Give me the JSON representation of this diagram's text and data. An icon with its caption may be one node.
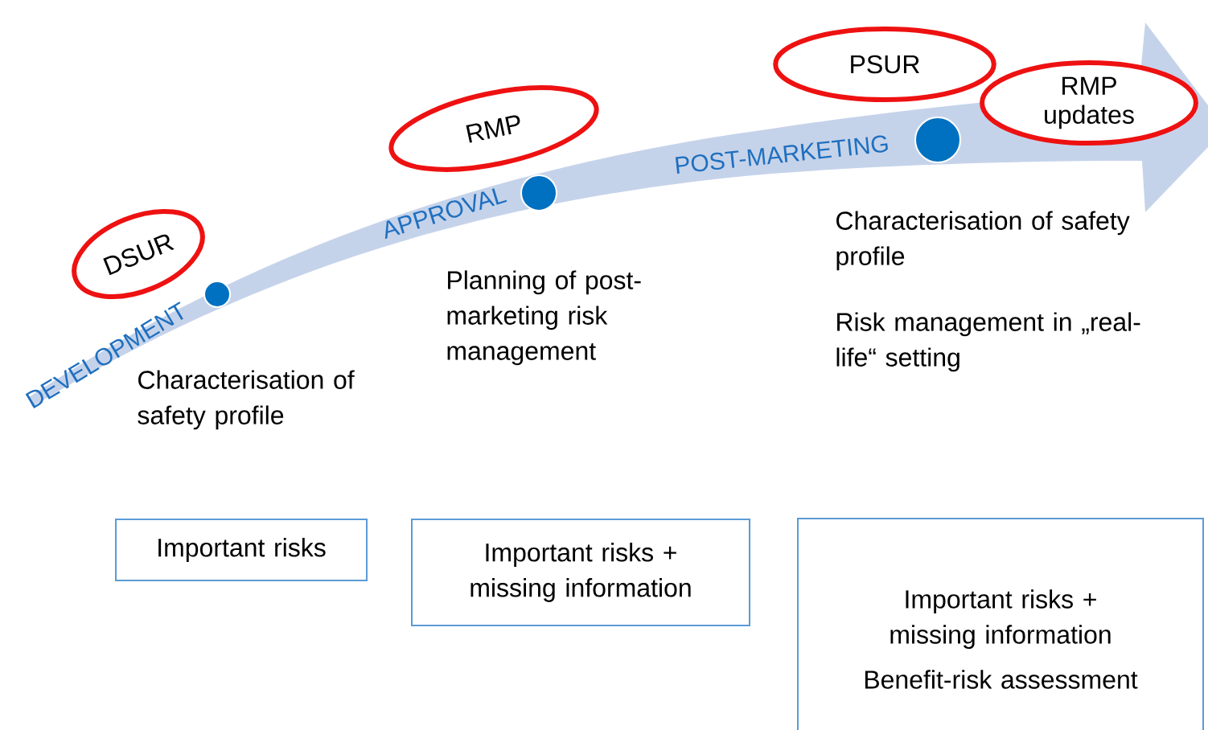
{
  "diagram": {
    "nodes": [
      {
        "text": [
          "DSUR"
        ]
      },
      {
        "text": [
          "RMP"
        ]
      },
      {
        "text": [
          "PSUR"
        ]
      },
      {
        "text": [
          "RMP updates"
        ]
      },
      {
        "text": [],
        "shape": "circle"
      },
      {
        "text": [],
        "shape": "circle"
      },
      {
        "text": [],
        "shape": "circle"
      },
      {
        "text": [
          "Important risks"
        ]
      },
      {
        "text": [
          "Important risks + missing information"
        ]
      },
      {
        "text": [
          "Important risks + missing information",
          "Benefit-risk assessment"
        ]
      }
    ],
    "edges": [],
    "labels": [
      "DEVELOPMENT",
      "APPROVAL",
      "POST-MARKETING",
      "Characterisation of safety profile",
      "Planning of post-marketing risk management",
      "Characterisation of safety profile",
      "Risk management in „real-life“ setting"
    ]
  }
}
